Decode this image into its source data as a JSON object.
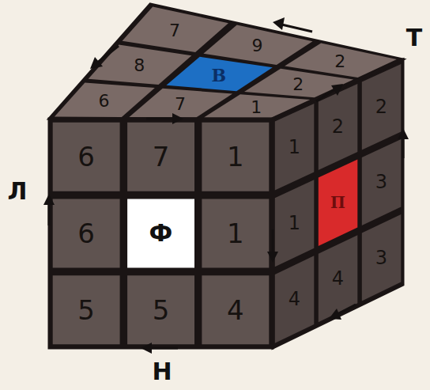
{
  "diagram": {
    "labels": [
      "7",
      "9",
      "2",
      "8",
      "В",
      "2",
      "6",
      "7",
      "1",
      "6",
      "7",
      "1",
      "6",
      "Ф",
      "1",
      "5",
      "5",
      "4",
      "1",
      "2",
      "2",
      "1",
      "П",
      "3",
      "4",
      "4",
      "3",
      "Л",
      "Т",
      "Н"
    ]
  }
}
